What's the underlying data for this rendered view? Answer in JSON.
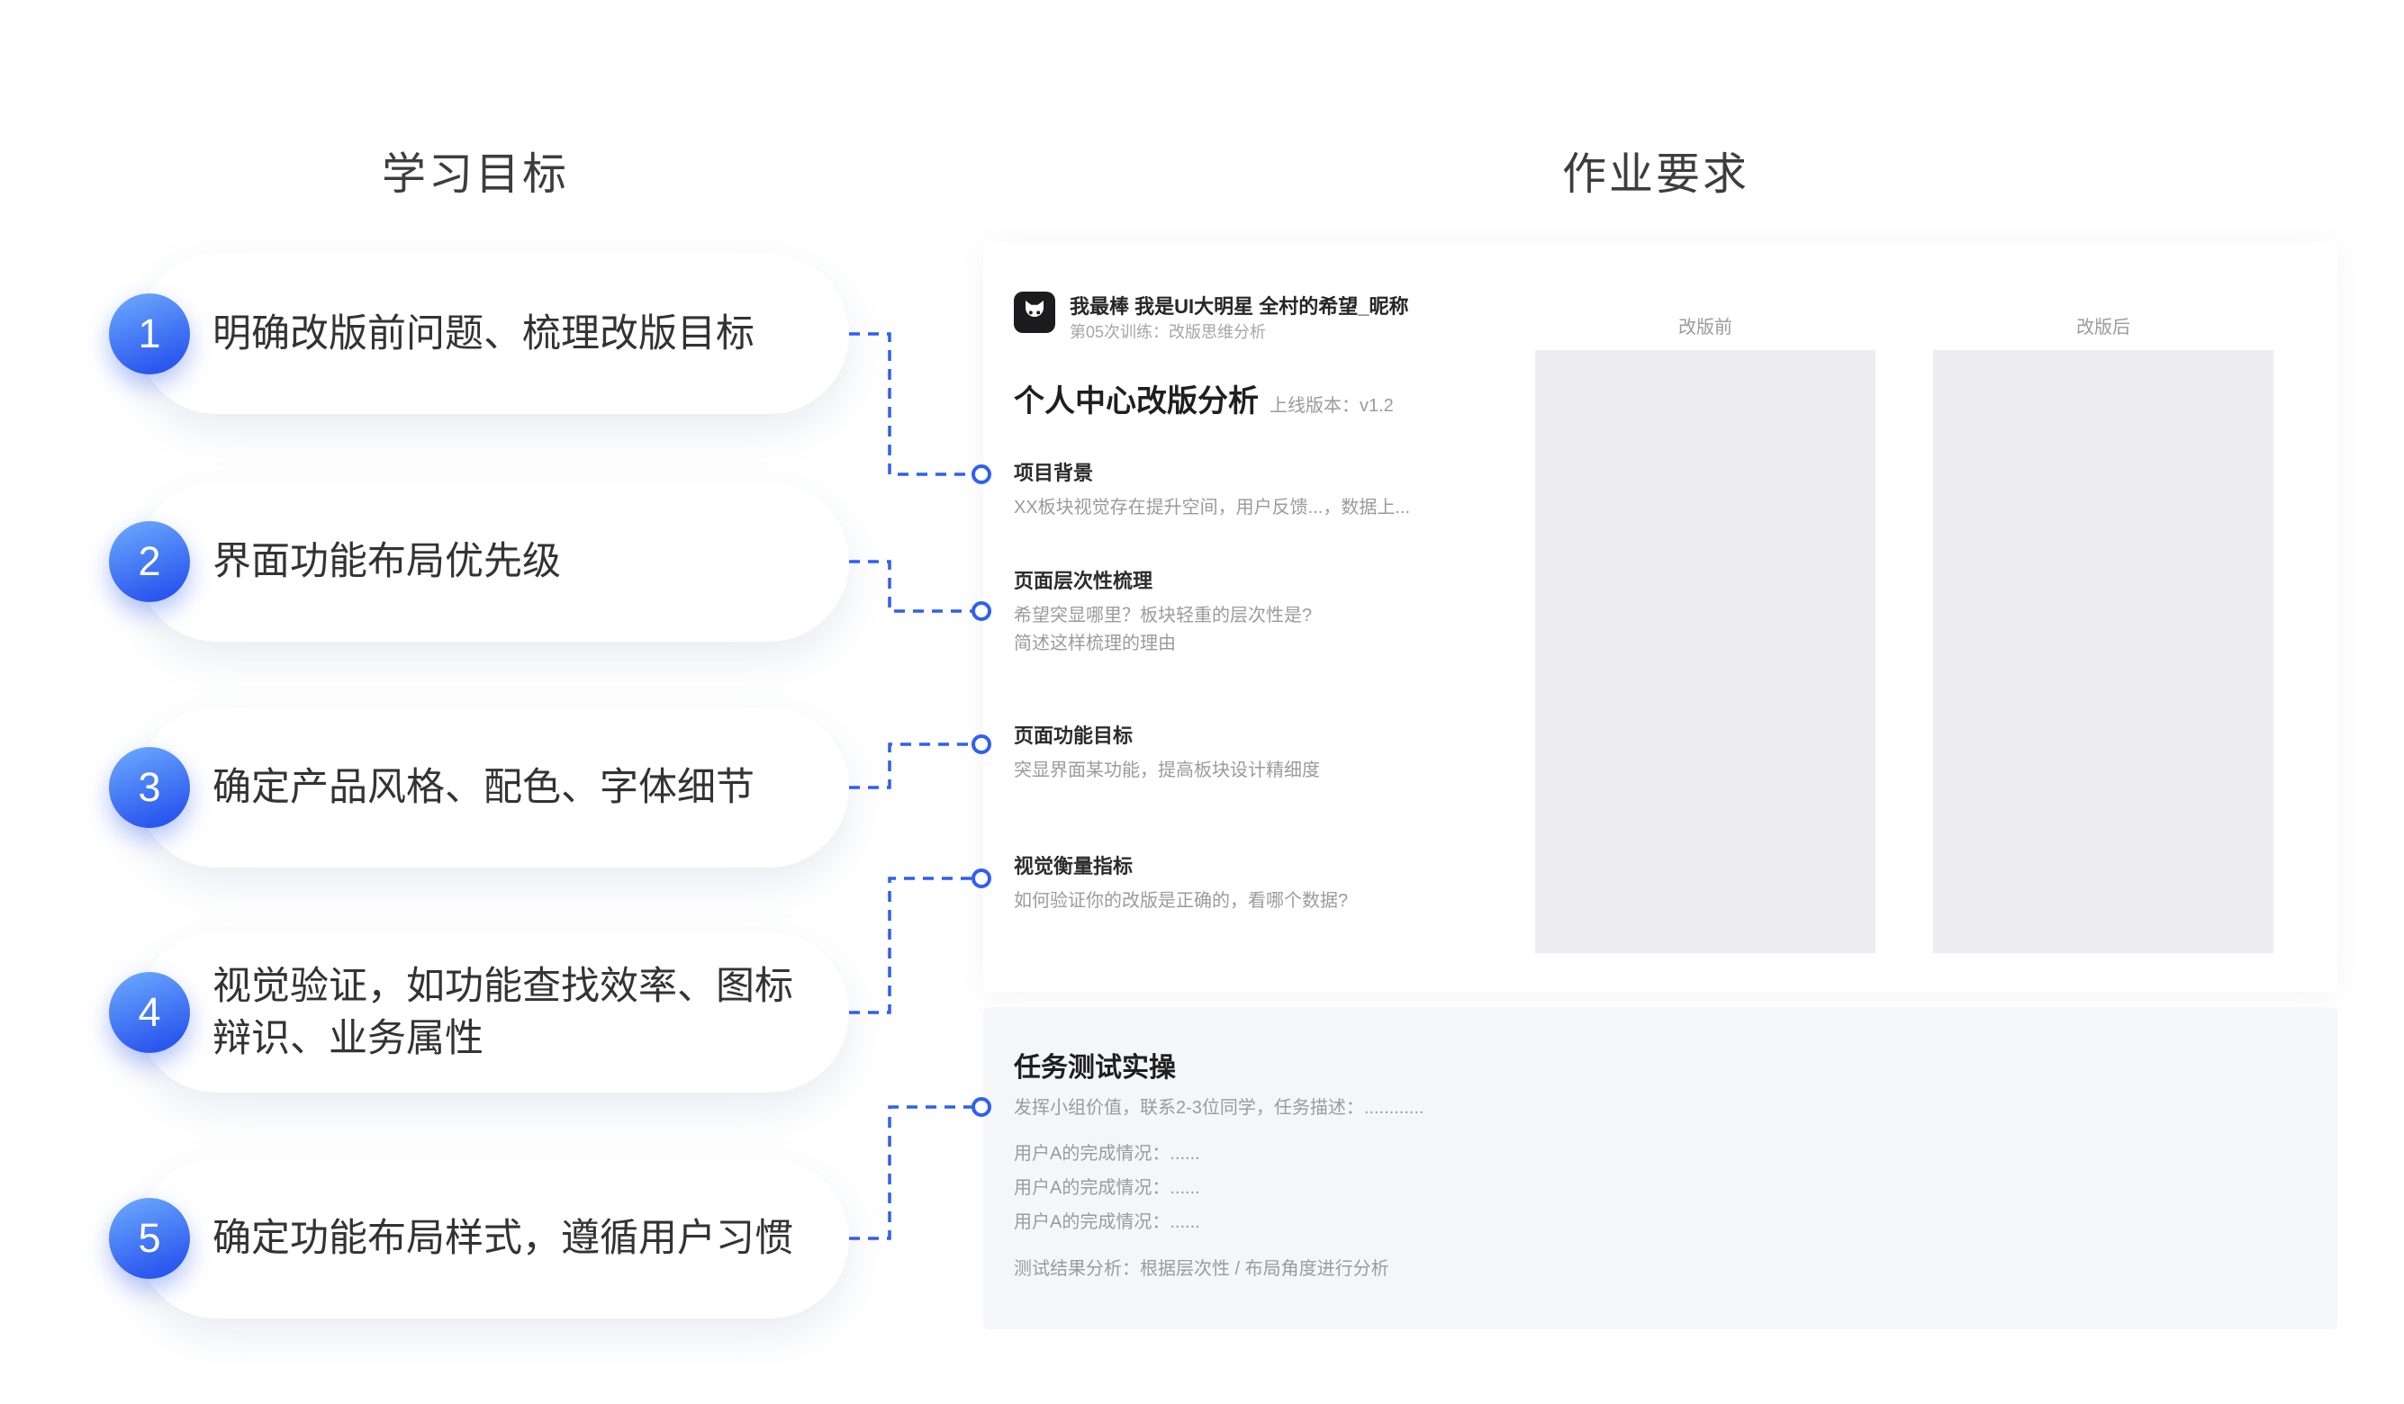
{
  "colors": {
    "accent": "#2f5ff2",
    "badge_gradient_start": "#68a4fd",
    "badge_gradient_end": "#2a57ee",
    "placeholder_gray": "#ededef",
    "task_panel_bg": "#f5f6f8",
    "background": "#ffffff"
  },
  "left_section": {
    "title": "学习目标",
    "items": [
      {
        "number": "1",
        "label": "明确改版前问题、梳理改版目标"
      },
      {
        "number": "2",
        "label": "界面功能布局优先级"
      },
      {
        "number": "3",
        "label": "确定产品风格、配色、字体细节"
      },
      {
        "number": "4",
        "label": "视觉验证，如功能查找效率、图标辩识、业务属性"
      },
      {
        "number": "5",
        "label": "确定功能布局样式，遵循用户习惯"
      }
    ]
  },
  "right_section": {
    "title": "作业要求",
    "card": {
      "author": {
        "icon": "cat-logo-icon",
        "name": "我最棒 我是UI大明星 全村的希望_昵称",
        "subtitle": "第05次训练：改版思维分析"
      },
      "doc_title": "个人中心改版分析",
      "version_label": "上线版本：v1.2",
      "sections": [
        {
          "heading": "项目背景",
          "lines": [
            "XX板块视觉存在提升空间，用户反馈...，数据上..."
          ]
        },
        {
          "heading": "页面层次性梳理",
          "lines": [
            "希望突显哪里？板块轻重的层次性是?",
            "简述这样梳理的理由"
          ]
        },
        {
          "heading": "页面功能目标",
          "lines": [
            "突显界面某功能，提高板块设计精细度"
          ]
        },
        {
          "heading": "视觉衡量指标",
          "lines": [
            "如何验证你的改版是正确的，看哪个数据?"
          ]
        }
      ],
      "before_label": "改版前",
      "after_label": "改版后"
    },
    "task_panel": {
      "title": "任务测试实操",
      "lines": [
        "发挥小组价值，联系2-3位同学，任务描述：............",
        "用户A的完成情况：......",
        "用户A的完成情况：......",
        "用户A的完成情况：......",
        "测试结果分析：根据层次性 / 布局角度进行分析"
      ]
    }
  }
}
